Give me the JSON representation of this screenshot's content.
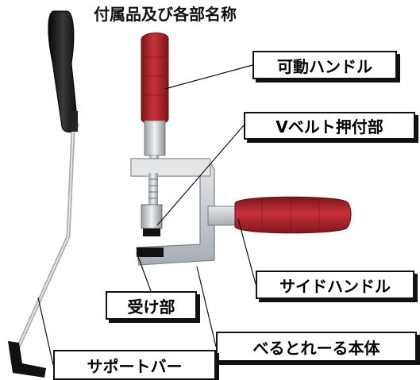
{
  "title": "付属品及び各部名称",
  "callouts": {
    "movable_handle": "可動ハンドル",
    "vbelt_press": "Vベルト押付部",
    "side_handle": "サイドハンドル",
    "receiver": "受け部",
    "body": "べるとれーる本体",
    "support_bar": "サポートバー"
  },
  "colors": {
    "grip_red": "#b0262a",
    "grip_black": "#1a1a1a",
    "metal": "#c9ccd0",
    "rod": "#9a9fa6"
  }
}
